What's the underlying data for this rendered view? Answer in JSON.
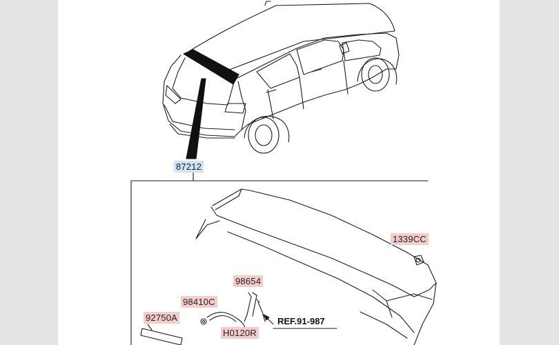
{
  "colors": {
    "background": "#e4e4e4",
    "canvas": "#ffffff",
    "line": "#1a1a1a",
    "main_part_label": "#cfe3f7",
    "sub_part_label": "#f4cccc"
  },
  "diagram": {
    "main_part": "87212",
    "parts": {
      "p1339cc": "1339CC",
      "p98654": "98654",
      "p98410c": "98410C",
      "p92750a": "92750A",
      "h0120r": "H0120R"
    },
    "reference": "REF.91-987"
  }
}
